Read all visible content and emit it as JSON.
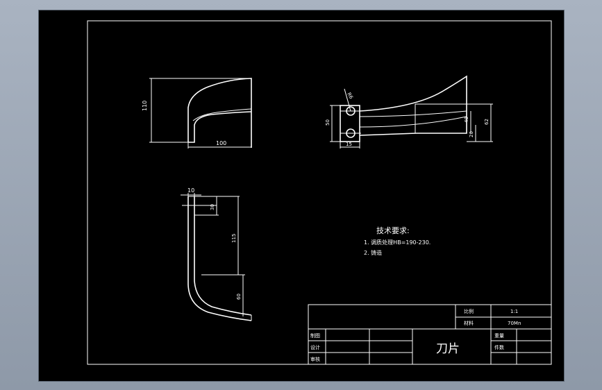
{
  "drawing": {
    "views": {
      "top": {
        "width_dim": "100",
        "height_dim": "110"
      },
      "side": {
        "dim_50": "50",
        "dim_15": "15",
        "dim_40": "40",
        "dim_20": "20",
        "dim_62": "62",
        "dim_r": "R6"
      },
      "front": {
        "dim_10": "10",
        "dim_30": "30",
        "dim_115": "115",
        "dim_60": "60"
      }
    },
    "tech_requirements": {
      "title": "技术要求:",
      "items": [
        "1. 调质处理HB=190-230.",
        "2. 铸造"
      ]
    },
    "title_block": {
      "part_name": "刀片",
      "scale_label": "比例",
      "scale_value": "1:1",
      "material_label": "材料",
      "material_value": "70Mn",
      "drawn_label": "制图",
      "design_label": "设计",
      "review_label": "审核",
      "weight_label": "重量",
      "count_label": "件数"
    }
  }
}
